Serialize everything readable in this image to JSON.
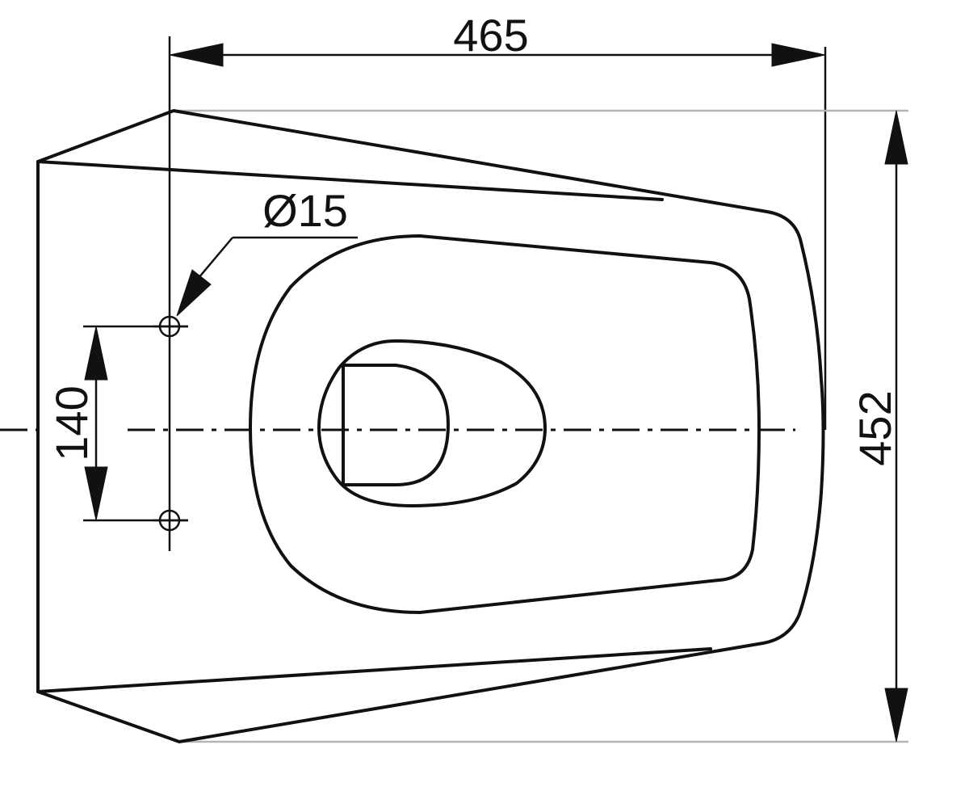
{
  "dimensions": {
    "overall_width": "465",
    "overall_height": "452",
    "hole_spacing": "140",
    "hole_diameter": "Ø15"
  }
}
